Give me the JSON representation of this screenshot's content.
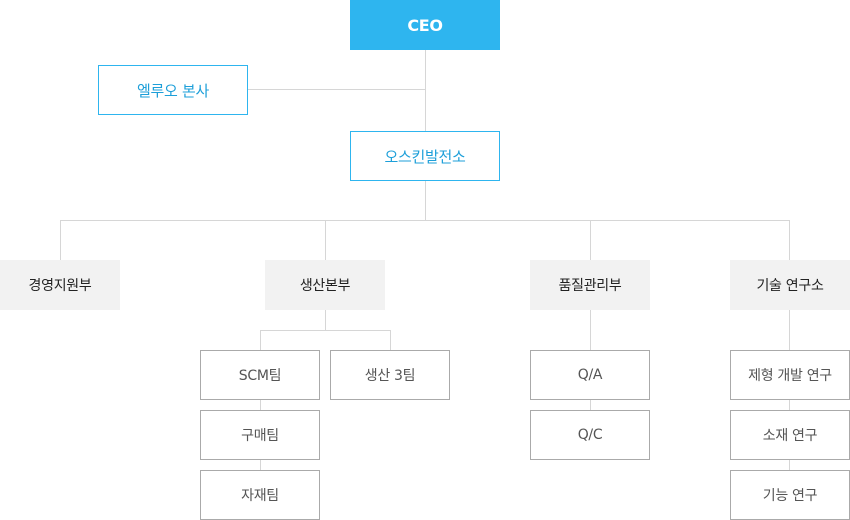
{
  "colors": {
    "accent": "#2eb5ef",
    "accent_text": "#1d9fd9",
    "dept_bg": "#f2f2f2",
    "connector": "#d6d6d6",
    "team_border": "#aaaaaa"
  },
  "org": {
    "ceo": "CEO",
    "headquarters": "엘루오 본사",
    "lab": "오스킨발전소",
    "departments": [
      {
        "name": "경영지원부",
        "teams": []
      },
      {
        "name": "생산본부",
        "teams": [
          "SCM팀",
          "구매팀",
          "자재팀",
          "생산 3팀"
        ]
      },
      {
        "name": "품질관리부",
        "teams": [
          "Q/A",
          "Q/C"
        ]
      },
      {
        "name": "기술 연구소",
        "teams": [
          "제형 개발 연구",
          "소재 연구",
          "기능 연구"
        ]
      }
    ]
  }
}
